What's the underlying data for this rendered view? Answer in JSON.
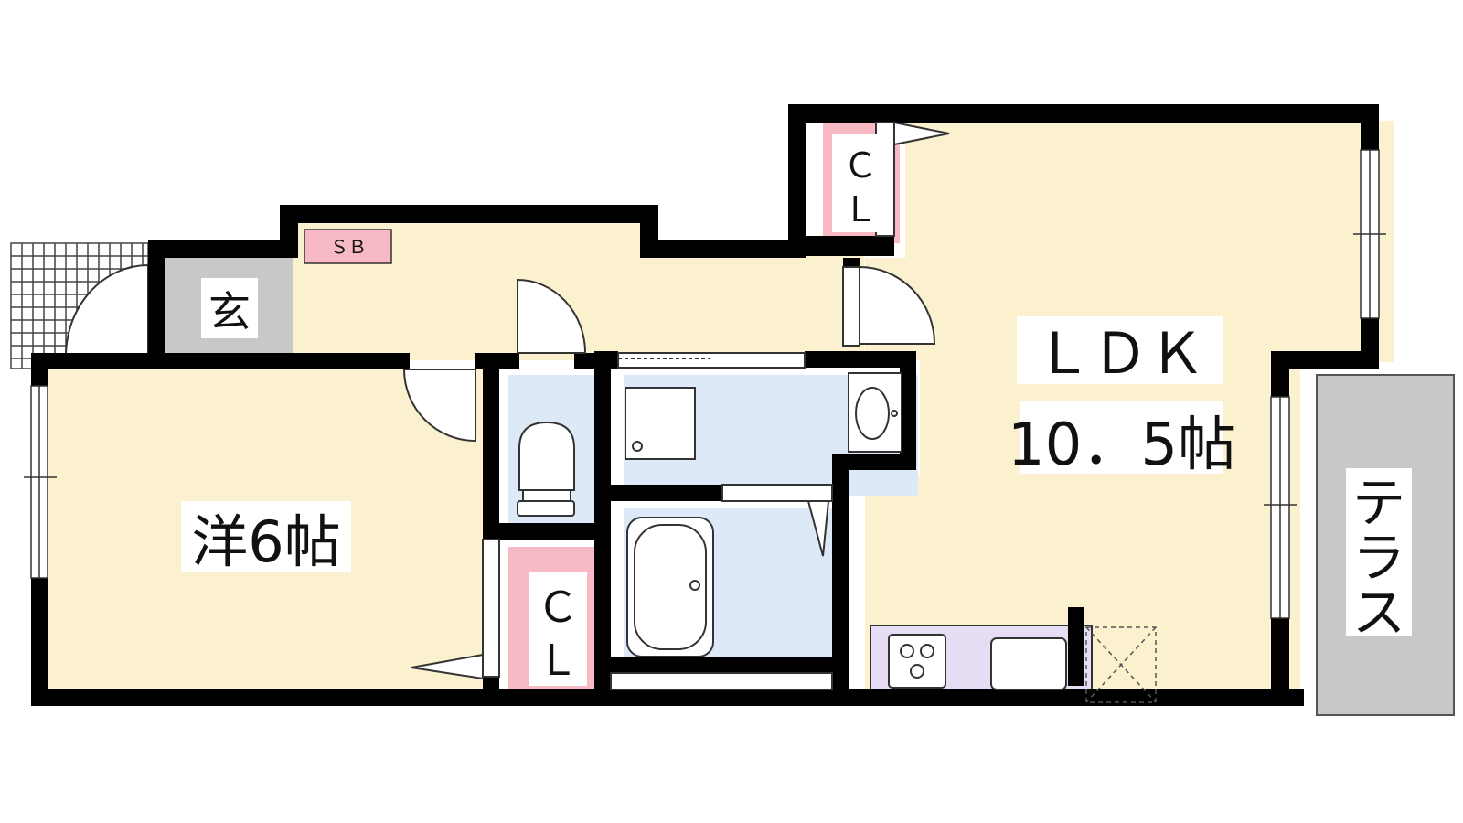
{
  "labels": {
    "genkan": "玄",
    "shoe_box": "ＳＢ",
    "closet_upper": "Ｃ",
    "closet_upper_2": "Ｌ",
    "ldk_title": "ＬＤＫ",
    "ldk_size": "10．5帖",
    "western_room": "洋6帖",
    "closet_lower": "Ｃ",
    "closet_lower_2": "Ｌ",
    "terrace": "テラス"
  },
  "colors": {
    "wall": "#000000",
    "floor_beige": "#fbf1cf",
    "wet_blue": "#dde9f7",
    "closet_pink": "#f7b9c3",
    "entrance_gray": "#c8c8c8",
    "terrace_gray": "#c8c8c8",
    "kitchen_purple": "#e6dcf3",
    "label_bg": "#ffffff"
  }
}
